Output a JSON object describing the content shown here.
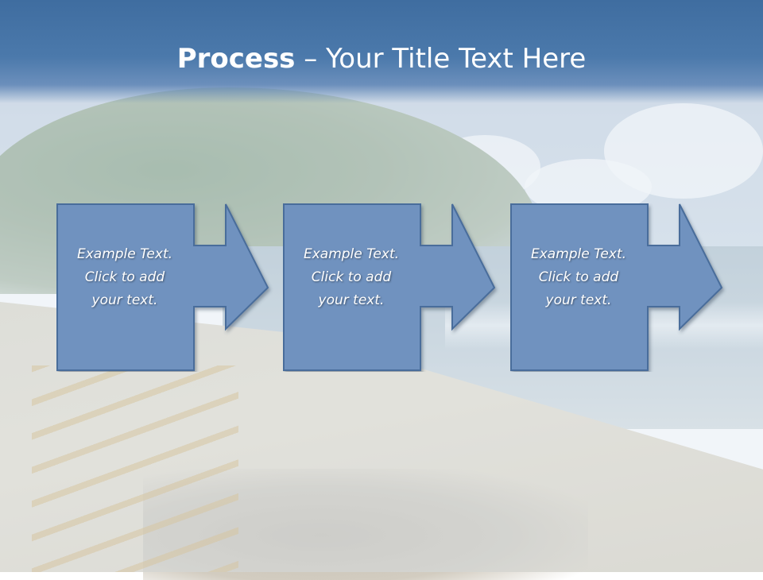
{
  "title": {
    "bold": "Process",
    "rest": " – Your Title Text Here"
  },
  "steps": [
    {
      "lines": [
        "Example Text.",
        "Click  to add",
        "your text."
      ]
    },
    {
      "lines": [
        "Example Text.",
        "Click  to add",
        "your text."
      ]
    },
    {
      "lines": [
        "Example Text.",
        "Click  to add",
        "your text."
      ]
    }
  ],
  "colors": {
    "title_band": "#3f6da0",
    "shape_fill": "#6f92bf",
    "shape_border": "#4a6d9b",
    "text": "#ffffff"
  }
}
